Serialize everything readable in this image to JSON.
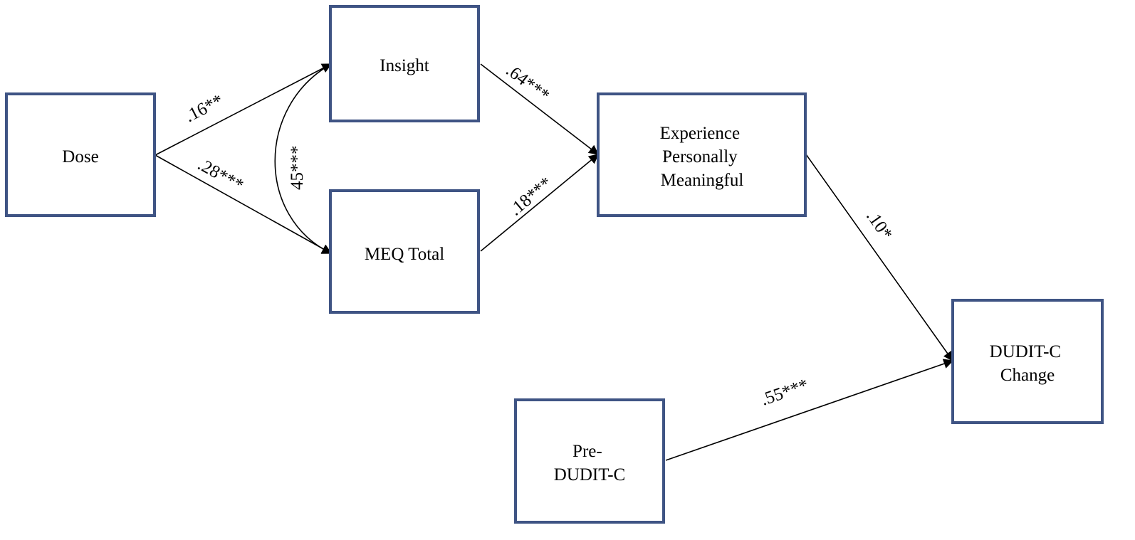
{
  "diagram": {
    "nodes": {
      "dose": {
        "lines": [
          "Dose"
        ]
      },
      "insight": {
        "lines": [
          "Insight"
        ]
      },
      "meq_total": {
        "lines": [
          "MEQ Total"
        ]
      },
      "experience": {
        "lines": [
          "Experience",
          "Personally",
          "Meaningful"
        ]
      },
      "pre_dudit": {
        "lines": [
          "Pre-",
          "DUDIT-C"
        ]
      },
      "dudit_change": {
        "lines": [
          "DUDIT-C",
          "Change"
        ]
      }
    },
    "edges": {
      "dose_insight": {
        "from": "Dose",
        "to": "Insight",
        "label": ".16**"
      },
      "dose_meq": {
        "from": "Dose",
        "to": "MEQ Total",
        "label": ".28***"
      },
      "insight_meq_covariance": {
        "from": "Insight",
        "to": "MEQ Total",
        "label": "45***"
      },
      "insight_experience": {
        "from": "Insight",
        "to": "Experience Personally Meaningful",
        "label": ".64***"
      },
      "meq_experience": {
        "from": "MEQ Total",
        "to": "Experience Personally Meaningful",
        "label": ".18***"
      },
      "experience_dudit": {
        "from": "Experience Personally Meaningful",
        "to": "DUDIT-C Change",
        "label": ".10*"
      },
      "pre_dudit_change": {
        "from": "Pre-DUDIT-C",
        "to": "DUDIT-C Change",
        "label": ".55***"
      }
    },
    "colors": {
      "box_border": "#3f5484",
      "line": "#000000",
      "text": "#000000",
      "background": "#ffffff"
    }
  }
}
